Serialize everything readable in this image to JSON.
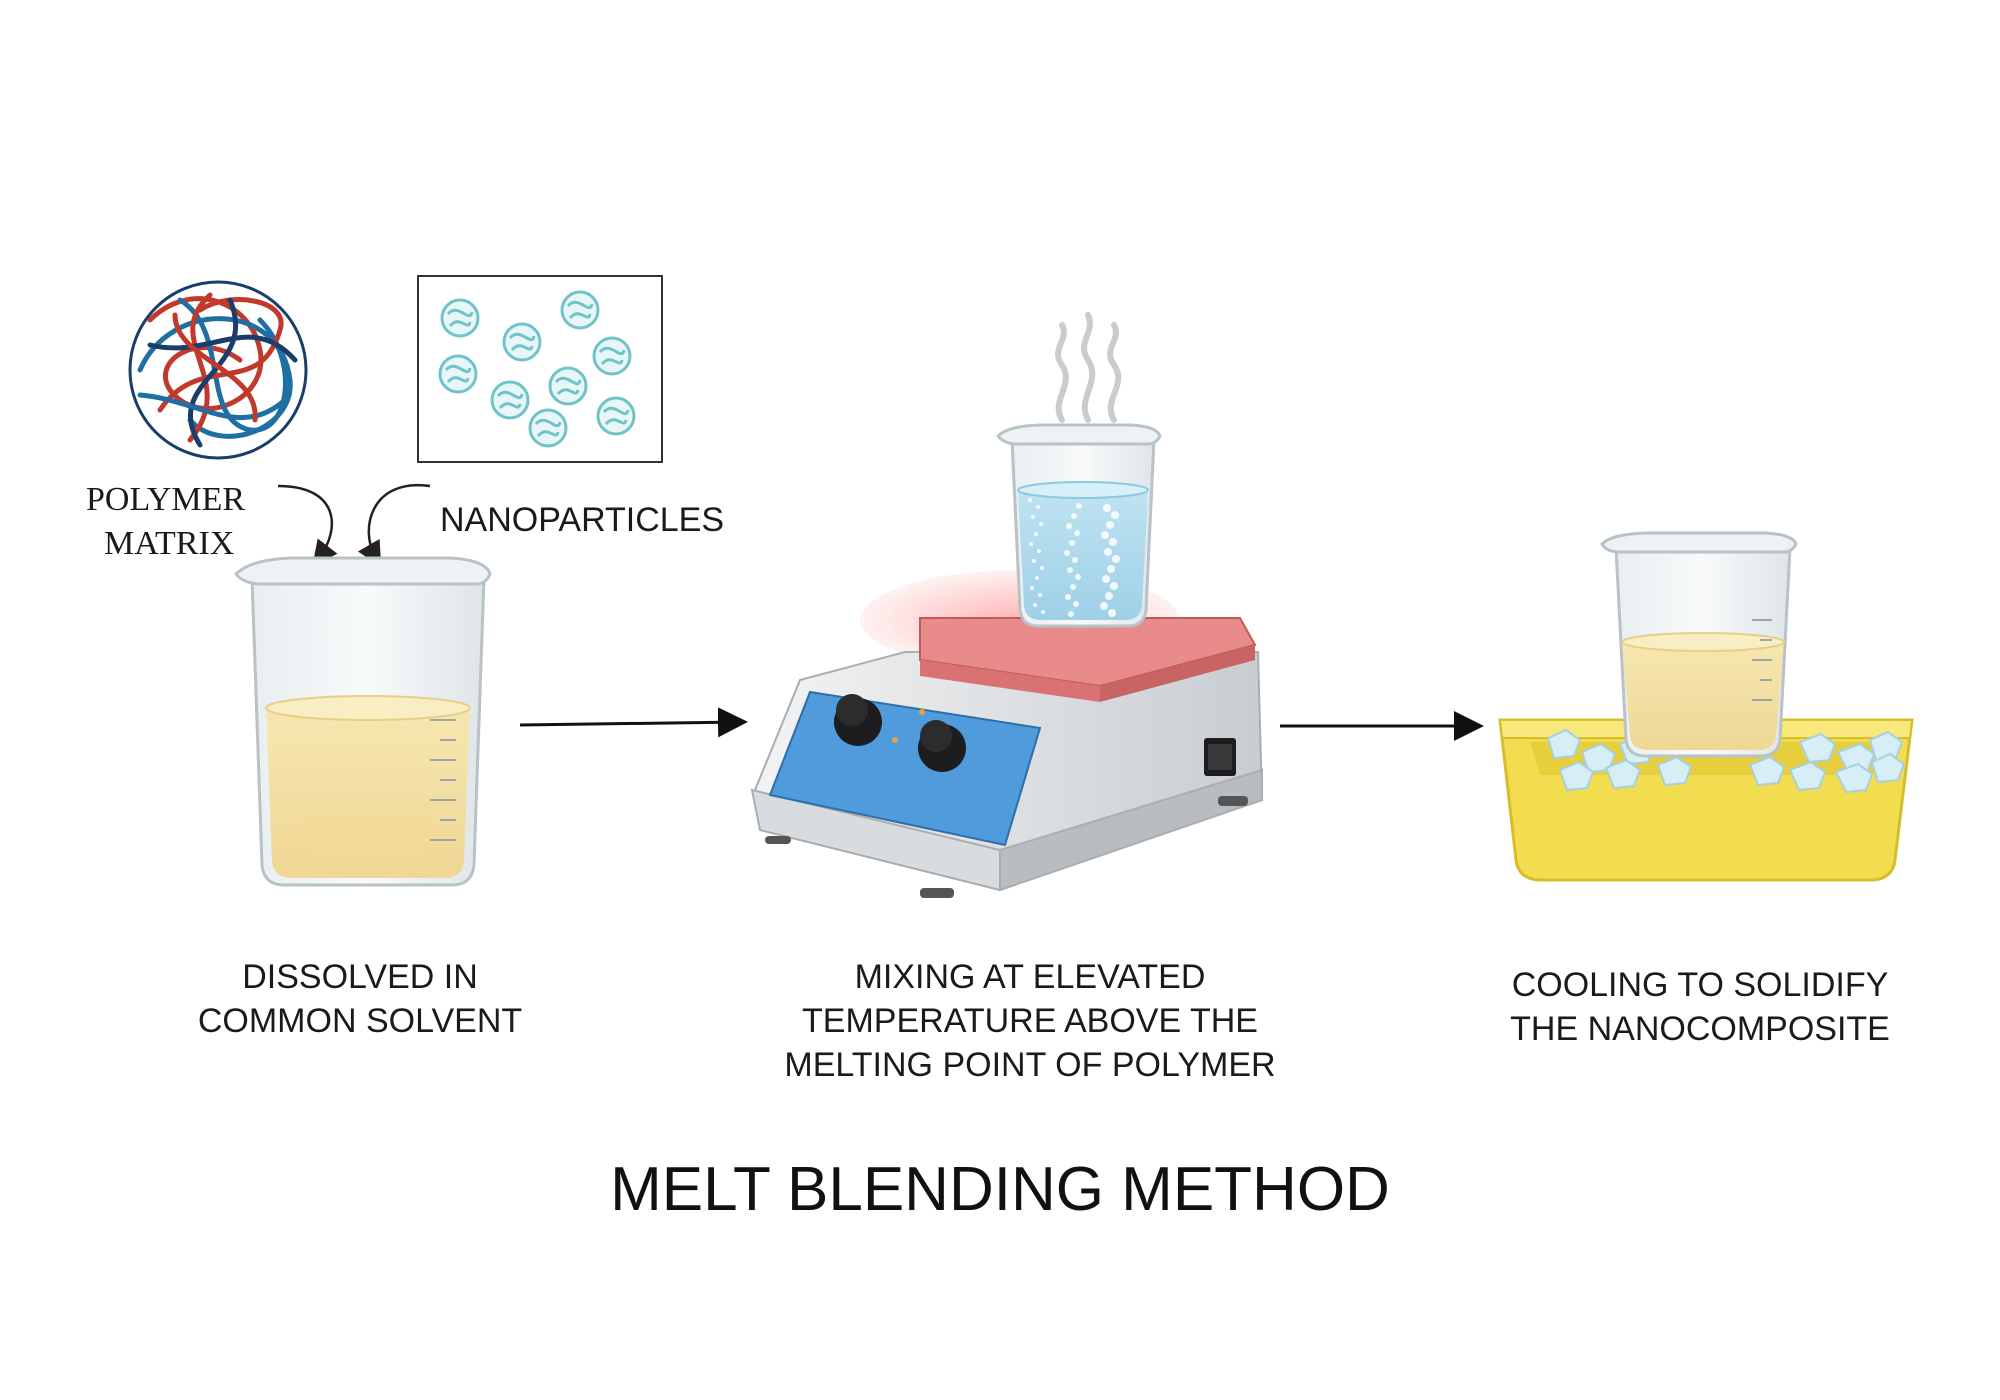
{
  "labels": {
    "polymer_matrix_line1": "POLYMER",
    "polymer_matrix_line2": "MATRIX",
    "nanoparticles": "NANOPARTICLES",
    "step1_line1": "DISSOLVED IN",
    "step1_line2": "COMMON SOLVENT",
    "step2_line1": "MIXING AT ELEVATED",
    "step2_line2": "TEMPERATURE ABOVE THE",
    "step2_line3": "MELTING POINT OF POLYMER",
    "step3_line1": "COOLING TO SOLIDIFY",
    "step3_line2": "THE NANOCOMPOSITE"
  },
  "title": "MELT BLENDING METHOD",
  "colors": {
    "polymer_red": "#c0392b",
    "polymer_blue": "#1f6fa3",
    "nanoparticle": "#6fc3c9",
    "solution_yellow": "#f3e2a6",
    "hotplate_blue": "#4f9bdc",
    "hotplate_top": "#e98b8b",
    "tray_yellow": "#f2dc4f",
    "ice": "#d6eef6"
  },
  "icons": [
    "polymer-ball-icon",
    "nanoparticles-box-icon",
    "beaker-icon",
    "hotplate-icon",
    "ice-tray-icon",
    "steam-icon"
  ]
}
